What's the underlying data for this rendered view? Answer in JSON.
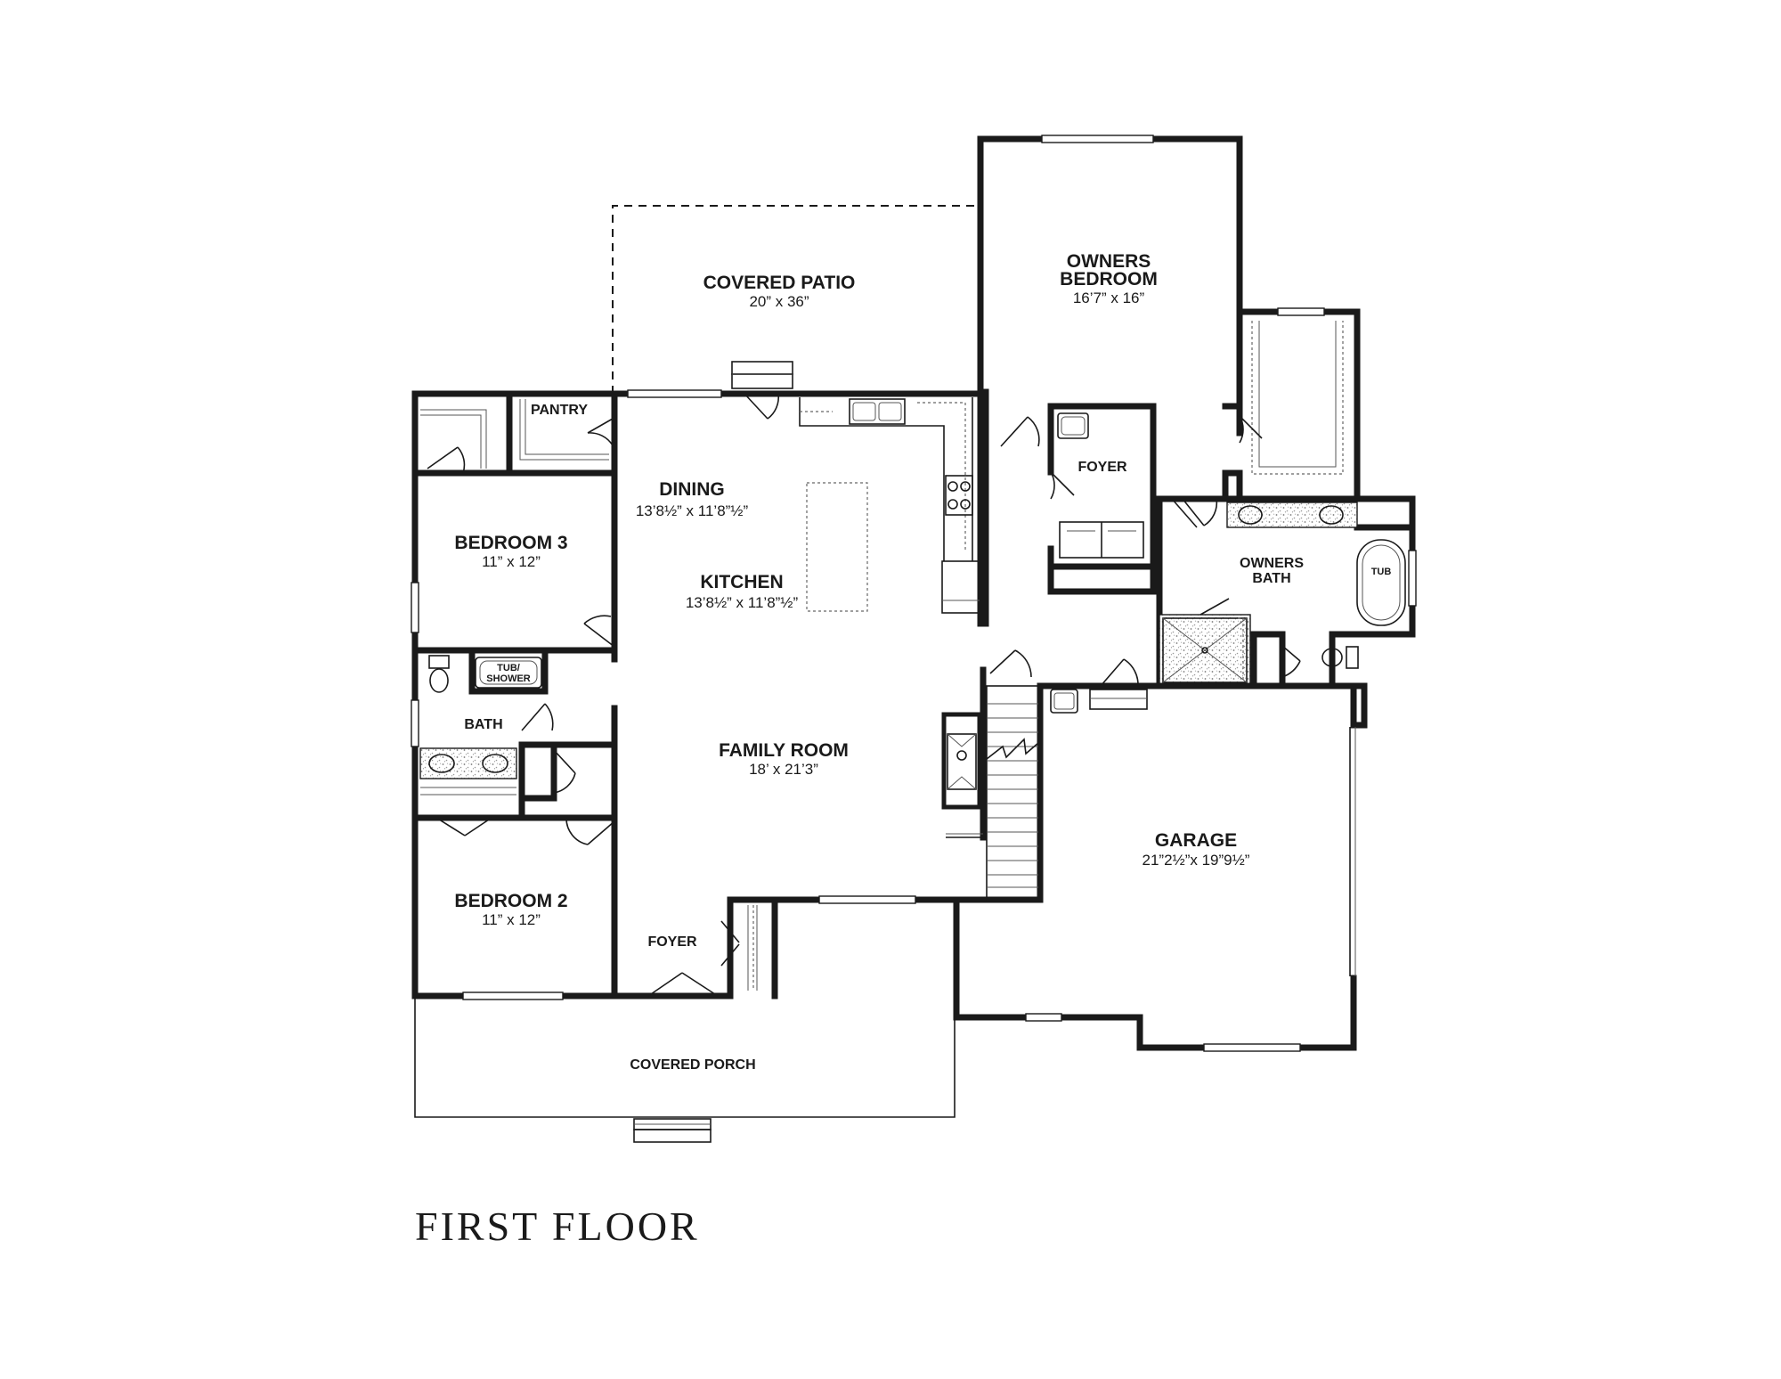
{
  "title": "FIRST FLOOR",
  "rooms": {
    "covered_patio": {
      "name": "COVERED PATIO",
      "dims": "20” x 36”"
    },
    "owners_bedroom": {
      "name_line1": "OWNERS",
      "name_line2": "BEDROOM",
      "dims": "16’7” x 16”"
    },
    "pantry": {
      "name": "PANTRY"
    },
    "dining": {
      "name": "DINING",
      "dims": "13’8½” x 11’8”½”"
    },
    "kitchen": {
      "name": "KITCHEN",
      "dims": "13’8½” x 11’8”½”"
    },
    "bedroom3": {
      "name": "BEDROOM 3",
      "dims": "11” x 12”"
    },
    "foyer_upper": {
      "name": "FOYER"
    },
    "owners_bath": {
      "name_line1": "OWNERS",
      "name_line2": "BATH"
    },
    "tub": {
      "name": "TUB"
    },
    "tub_shower": {
      "name_line1": "TUB/",
      "name_line2": "SHOWER"
    },
    "bath": {
      "name": "BATH"
    },
    "family_room": {
      "name": "FAMILY ROOM",
      "dims": "18’ x 21’3”"
    },
    "garage": {
      "name": "GARAGE",
      "dims": "21”2½”x 19”9½”"
    },
    "bedroom2": {
      "name": "BEDROOM 2",
      "dims": "11” x 12”"
    },
    "foyer_lower": {
      "name": "FOYER"
    },
    "covered_porch": {
      "name": "COVERED PORCH"
    }
  }
}
